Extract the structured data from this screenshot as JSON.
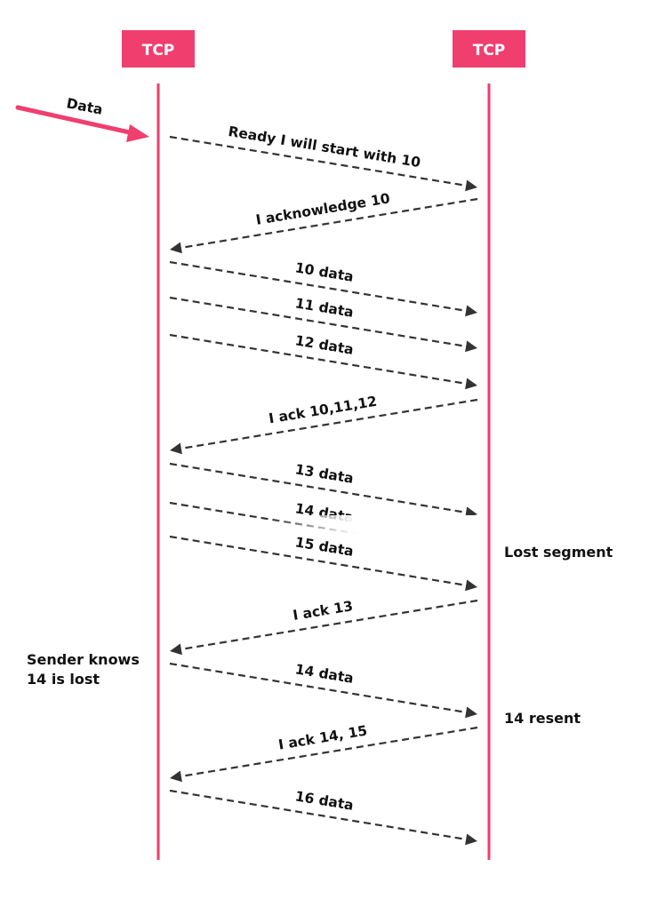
{
  "participants": {
    "left": "TCP",
    "right": "TCP"
  },
  "incoming_label": "Data",
  "messages": [
    {
      "label": "Ready I will start with 10",
      "direction": "right"
    },
    {
      "label": "I acknowledge 10",
      "direction": "left"
    },
    {
      "label": "10 data",
      "direction": "right"
    },
    {
      "label": "11 data",
      "direction": "right"
    },
    {
      "label": "12 data",
      "direction": "right"
    },
    {
      "label": "I ack 10,11,12",
      "direction": "left"
    },
    {
      "label": "13 data",
      "direction": "right"
    },
    {
      "label": "14 data",
      "direction": "right",
      "lost": true
    },
    {
      "label": "15 data",
      "direction": "right"
    },
    {
      "label": "I ack 13",
      "direction": "left"
    },
    {
      "label": "14 data",
      "direction": "right"
    },
    {
      "label": "I ack 14, 15",
      "direction": "left"
    },
    {
      "label": "16 data",
      "direction": "right"
    }
  ],
  "notes": {
    "lost_segment": "Lost segment",
    "sender_knows_line1": "Sender knows",
    "sender_knows_line2": "14 is lost",
    "resent": "14 resent"
  },
  "colors": {
    "accent": "#f03e6e",
    "arrow": "#333333",
    "text": "#111111"
  }
}
